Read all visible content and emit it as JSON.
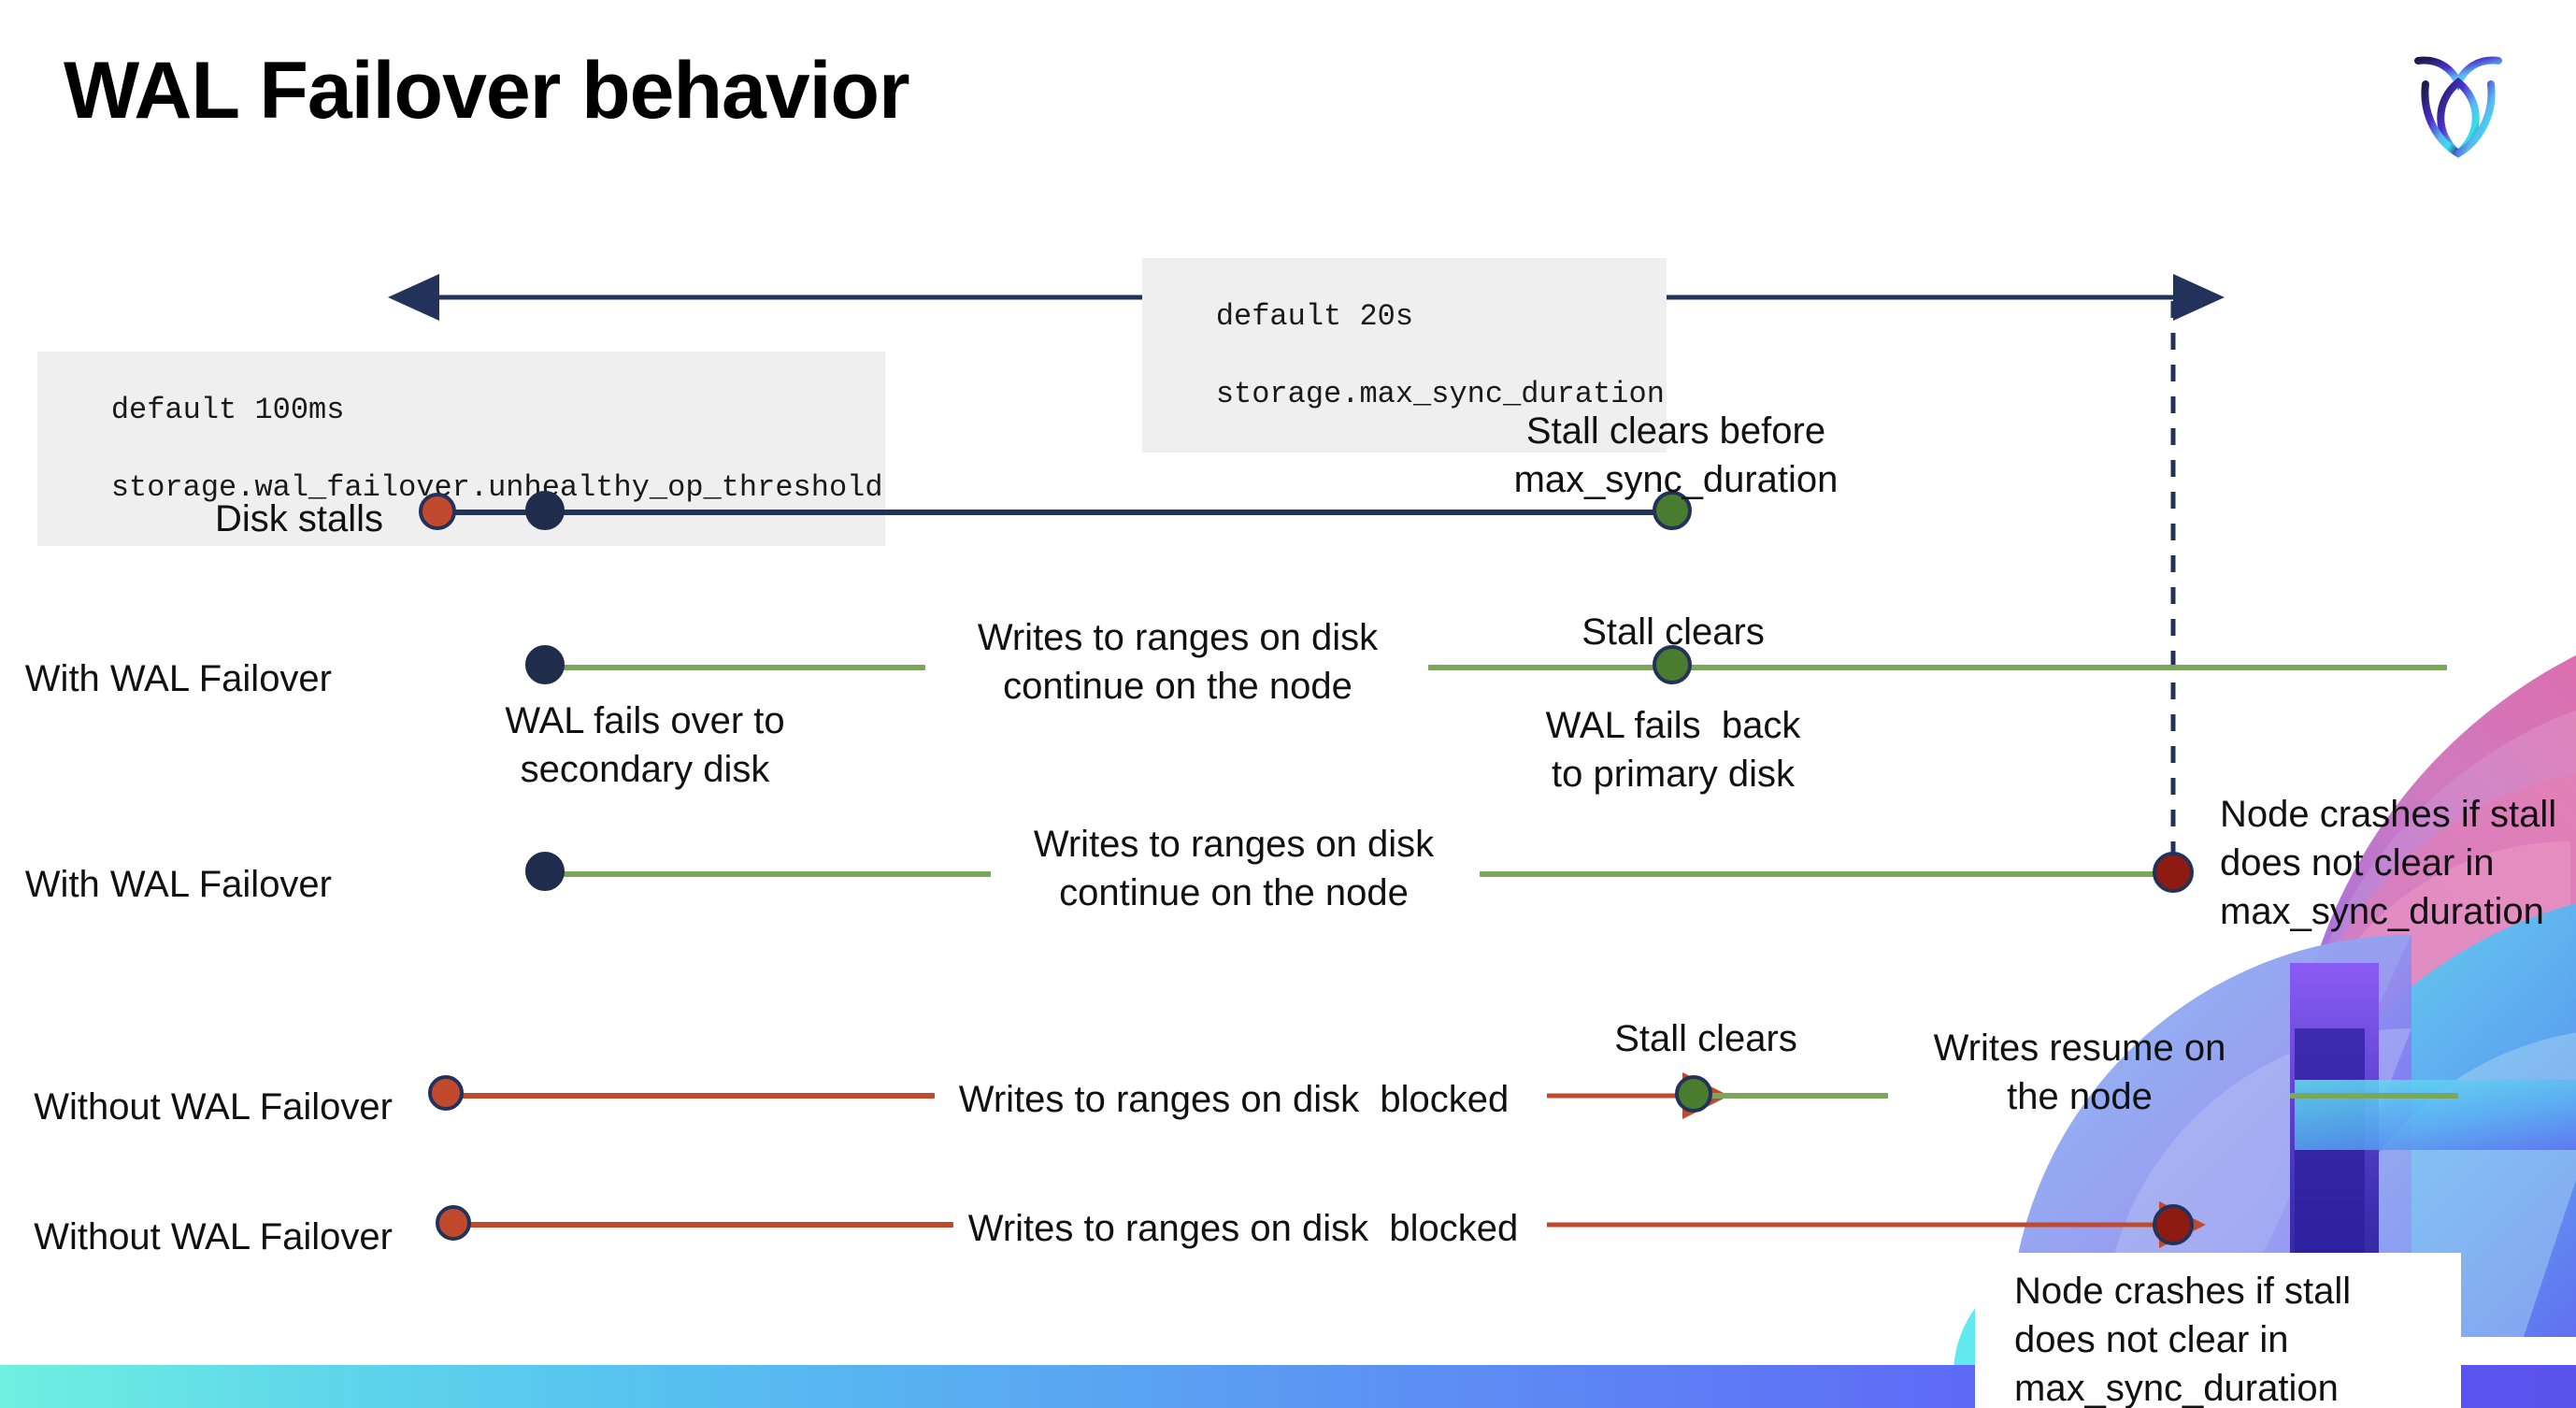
{
  "slide": {
    "title": "WAL Failover behavior",
    "logo_name": "cockroachdb-logo"
  },
  "colors": {
    "navy": "#22325a",
    "green": "#7aa75c",
    "red_line": "#c1492e",
    "dot_orange": "#c1492e",
    "dot_navy": "#1f2c4c",
    "dot_green": "#4a7c2f",
    "dot_darkred": "#8d1b12",
    "code_bg": "#efefef"
  },
  "annotations": {
    "max_sync": {
      "line1": "default 20s",
      "line2": "storage.max_sync_duration"
    },
    "unhealthy_op": {
      "line1": "default 100ms",
      "line2": "storage.wal_failover.unhealthy_op_threshold"
    }
  },
  "rows": [
    {
      "id": "disk-stalls",
      "label": "Disk stalls",
      "note": "Stall clears before\nmax_sync_duration"
    },
    {
      "id": "with-wal-failover-1",
      "label": "With WAL Failover",
      "note_mid": "Writes to ranges on disk\ncontinue on the node",
      "note_start": "WAL fails over to\nsecondary disk",
      "note_clear": "Stall clears",
      "note_back": "WAL fails  back\nto primary disk"
    },
    {
      "id": "with-wal-failover-2",
      "label": "With WAL Failover",
      "note_mid": "Writes to ranges on disk\ncontinue on the node",
      "note_crash": "Node crashes if stall\ndoes not clear in\nmax_sync_duration"
    },
    {
      "id": "without-wal-failover-1",
      "label": "Without WAL Failover",
      "note_mid": "Writes to ranges on disk  blocked",
      "note_clear": "Stall clears",
      "note_resume": "Writes resume on\nthe node"
    },
    {
      "id": "without-wal-failover-2",
      "label": "Without WAL Failover",
      "note_mid": "Writes to ranges on disk  blocked",
      "note_crash": "Node crashes if stall\ndoes not clear in\nmax_sync_duration"
    }
  ]
}
